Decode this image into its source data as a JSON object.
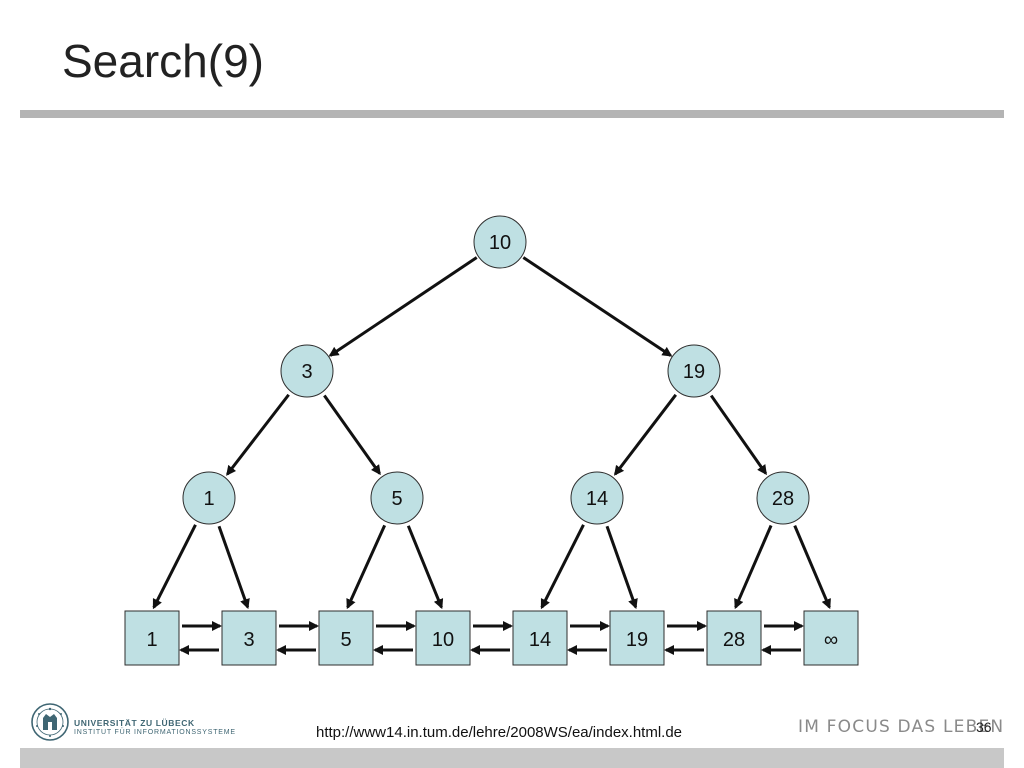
{
  "title": "Search(9)",
  "colors": {
    "node_fill": "#bfe0e3",
    "node_stroke": "#2e2e2e",
    "edge": "#111111",
    "rule": "#b4b4b4",
    "band": "#c8c8c8",
    "logo": "#3f6673",
    "slogan": "#8a8a8a"
  },
  "tree": {
    "root": "10",
    "level1": [
      "3",
      "19"
    ],
    "level2": [
      "1",
      "5",
      "14",
      "28"
    ],
    "leaves": [
      "1",
      "3",
      "5",
      "10",
      "14",
      "19",
      "28",
      "∞"
    ]
  },
  "footer": {
    "logo_line1": "UNIVERSITÄT ZU LÜBECK",
    "logo_line2": "INSTITUT FÜR INFORMATIONSSYSTEME",
    "url": "http://www14.in.tum.de/lehre/2008WS/ea/index.html.de",
    "slogan": "IM FOCUS DAS LEBEN",
    "page_number": "36"
  }
}
